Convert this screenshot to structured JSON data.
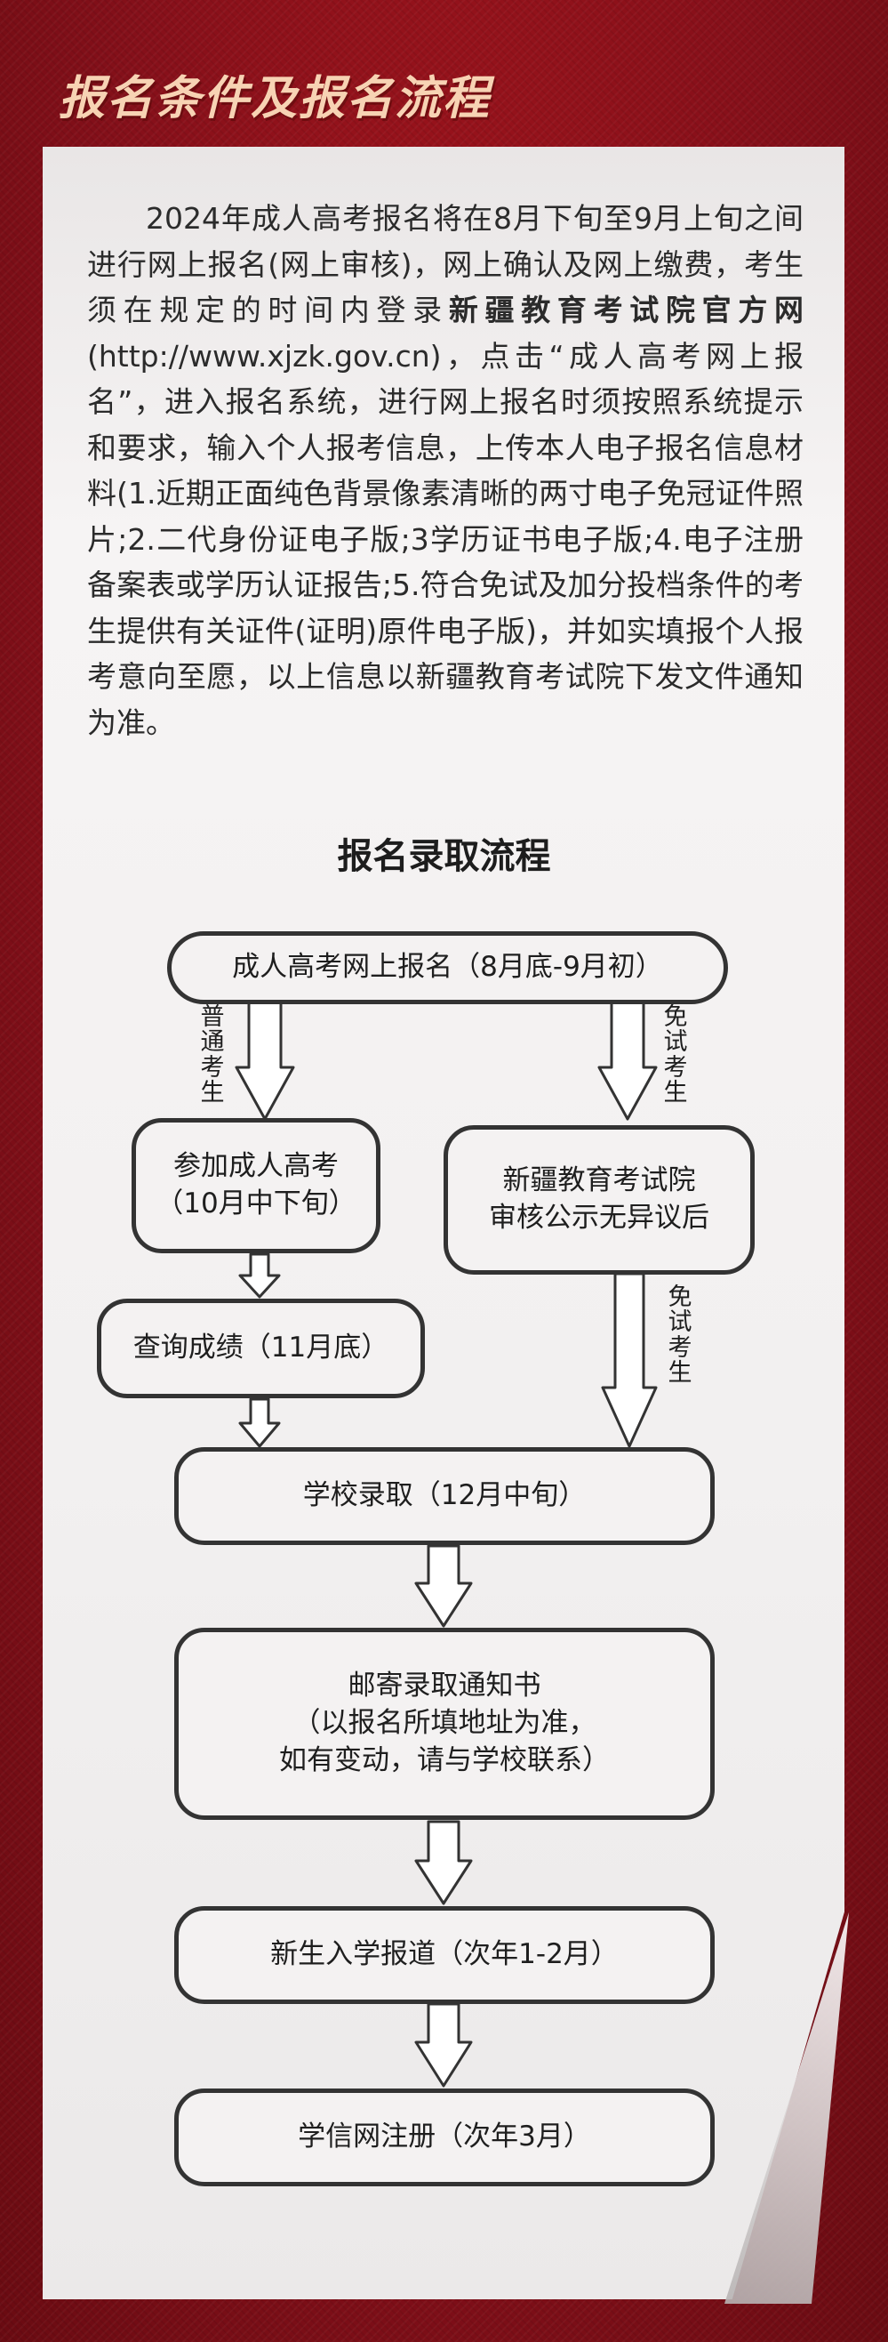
{
  "header": {
    "title": "报名条件及报名流程"
  },
  "intro": {
    "before_bold": "2024年成人高考报名将在8月下旬至9月上旬之间进行网上报名(网上审核)，网上确认及网上缴费，考生须在规定的时间内登录",
    "bold": "新疆教育考试院官方网",
    "after_bold": "(http://www.xjzk.gov.cn)，点击“成人高考网上报名”，进入报名系统，进行网上报名时须按照系统提示和要求，输入个人报考信息，上传本人电子报名信息材料(1.近期正面纯色背景像素清晰的两寸电子免冠证件照片;2.二代身份证电子版;3学历证书电子版;4.电子注册备案表或学历认证报告;5.符合免试及加分投档条件的考生提供有关证件(证明)原件电子版)，并如实填报个人报考意向至愿，以上信息以新疆教育考试院下发文件通知为准。"
  },
  "flow": {
    "title": "报名录取流程",
    "nodes": {
      "online_signup": "成人高考网上报名（8月底-9月初）",
      "exam_line1": "参加成人高考",
      "exam_line2": "（10月中下旬）",
      "review_line1": "新疆教育考试院",
      "review_line2": "审核公示无异议后",
      "score": "查询成绩（11月底）",
      "admit": "学校录取（12月中旬）",
      "mail_line1": "邮寄录取通知书",
      "mail_line2": "（以报名所填地址为准，",
      "mail_line3": "如有变动，请与学校联系）",
      "enroll": "新生入学报道（次年1-2月）",
      "register": "学信网注册（次年3月）"
    },
    "labels": {
      "normal": "普通考生",
      "exempt_1": "免试考生",
      "exempt_2": "免试考生"
    }
  }
}
